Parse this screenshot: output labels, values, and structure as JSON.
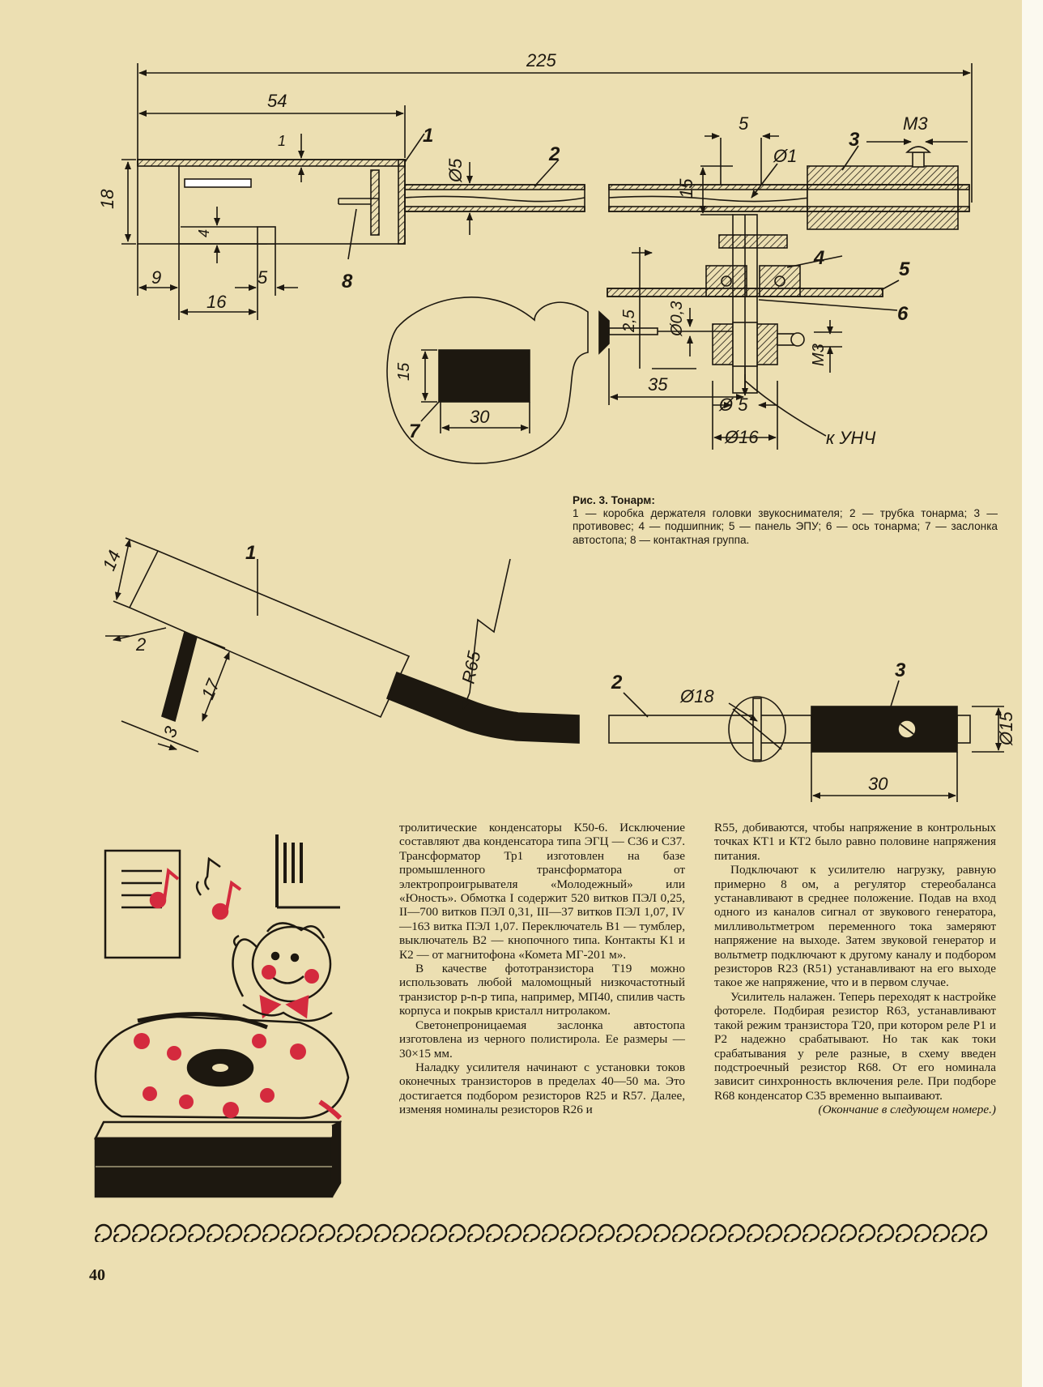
{
  "figure": {
    "dims": {
      "total_length": "225",
      "box_length": "54",
      "wall": "1",
      "box_height": "18",
      "dim_9": "9",
      "dim_16": "16",
      "dim_4": "4",
      "dim_5_slot": "5",
      "tube_dia": "Ø5",
      "dim_5_top": "5",
      "thread_top": "М3",
      "dim_15_upright": "15",
      "hole_dia": "Ø1",
      "dim_2_5": "2,5",
      "dia_0_3": "Ø0,3",
      "dim_35": "35",
      "axis_dia": "Ø 5",
      "hub_dia": "Ø16",
      "thread_side": "М3",
      "to_amp": "к УНЧ",
      "shutter_height": "15",
      "shutter_width": "30",
      "side_14": "14",
      "side_2": "2",
      "side_17": "17",
      "side_3": "3",
      "r65": "R65",
      "dia_18": "Ø18",
      "cw_length": "30",
      "cw_dia": "Ø15"
    },
    "labels": {
      "n1": "1",
      "n2": "2",
      "n3": "3",
      "n4": "4",
      "n5": "5",
      "n6": "6",
      "n7": "7",
      "n8": "8",
      "n1_side": "1",
      "n2_side": "2",
      "n3_side": "3"
    }
  },
  "caption": {
    "title": "Рис. 3. Тонарм:",
    "text": "1 — коробка держателя головки звукоснимателя; 2 — трубка тонарма; 3 — противовес; 4 — подшипник; 5 — панель ЭПУ; 6 — ось тонарма; 7 — заслонка автостопа; 8 — контактная группа."
  },
  "column1": [
    "тролитические конденсаторы К50-6. Исключение составляют два конденсатора типа ЭГЦ — С36 и С37. Трансформатор Тр1 изготовлен на базе промышленного трансформатора от электропроигрывателя «Молодежный» или «Юность». Обмотка I содержит 520 витков ПЭЛ 0,25, II—700 витков ПЭЛ 0,31, III—37 витков ПЭЛ 1,07, IV—163 витка ПЭЛ 1,07. Переключатель В1 — тумблер, выключатель В2 — кнопочного типа. Контакты К1 и К2 — от магнитофона «Комета МГ-201 м».",
    "В качестве фототранзистора Т19 можно использовать любой маломощный низкочастотный транзистор p-n-p типа, например, МП40, спилив часть корпуса и покрыв кристалл нитролаком.",
    "Светонепроницаемая заслонка автостопа изготовлена из черного полистирола. Ее размеры — 30×15 мм.",
    "Наладку усилителя начинают с установки токов оконечных транзисторов в пределах 40—50 ма. Это достигается подбором резисторов R25 и R57. Далее, изменяя номиналы резисторов R26 и"
  ],
  "column2": [
    "R55, добиваются, чтобы напряжение в контрольных точках КТ1 и КТ2 было равно половине напряжения питания.",
    "Подключают к усилителю нагрузку, равную примерно 8 ом, а регулятор стереобаланса устанавливают в среднее положение. Подав на вход одного из каналов сигнал от звукового генератора, милливольтметром переменного тока замеряют напряжение на выходе. Затем звуковой генератор и вольтметр подключают к другому каналу и подбором резисторов R23 (R51) устанавливают на его выходе такое же напряжение, что и в первом случае.",
    "Усилитель налажен. Теперь переходят к настройке фотореле. Подбирая резистор R63, устанавливают такой режим транзистора Т20, при котором реле Р1 и Р2 надежно срабатывают. Но так как токи срабатывания у реле разные, в схему введен подстроечный резистор R68. От его номинала зависит синхронность включения реле. При подборе R68 конденсатор С35 временно выпаивают."
  ],
  "end_note": "(Окончание в следующем номере.)",
  "page_number": "40",
  "colors": {
    "paper": "#ecdfb2",
    "ink": "#1d1810",
    "accent_red": "#d42a3e"
  }
}
